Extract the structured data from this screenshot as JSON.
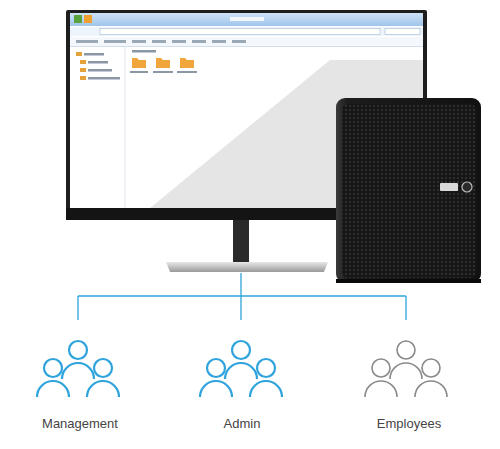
{
  "diagram": {
    "nodes": [
      {
        "text": [
          "Management"
        ]
      },
      {
        "text": [
          "Admin"
        ]
      },
      {
        "text": [
          "Employees"
        ]
      }
    ]
  }
}
